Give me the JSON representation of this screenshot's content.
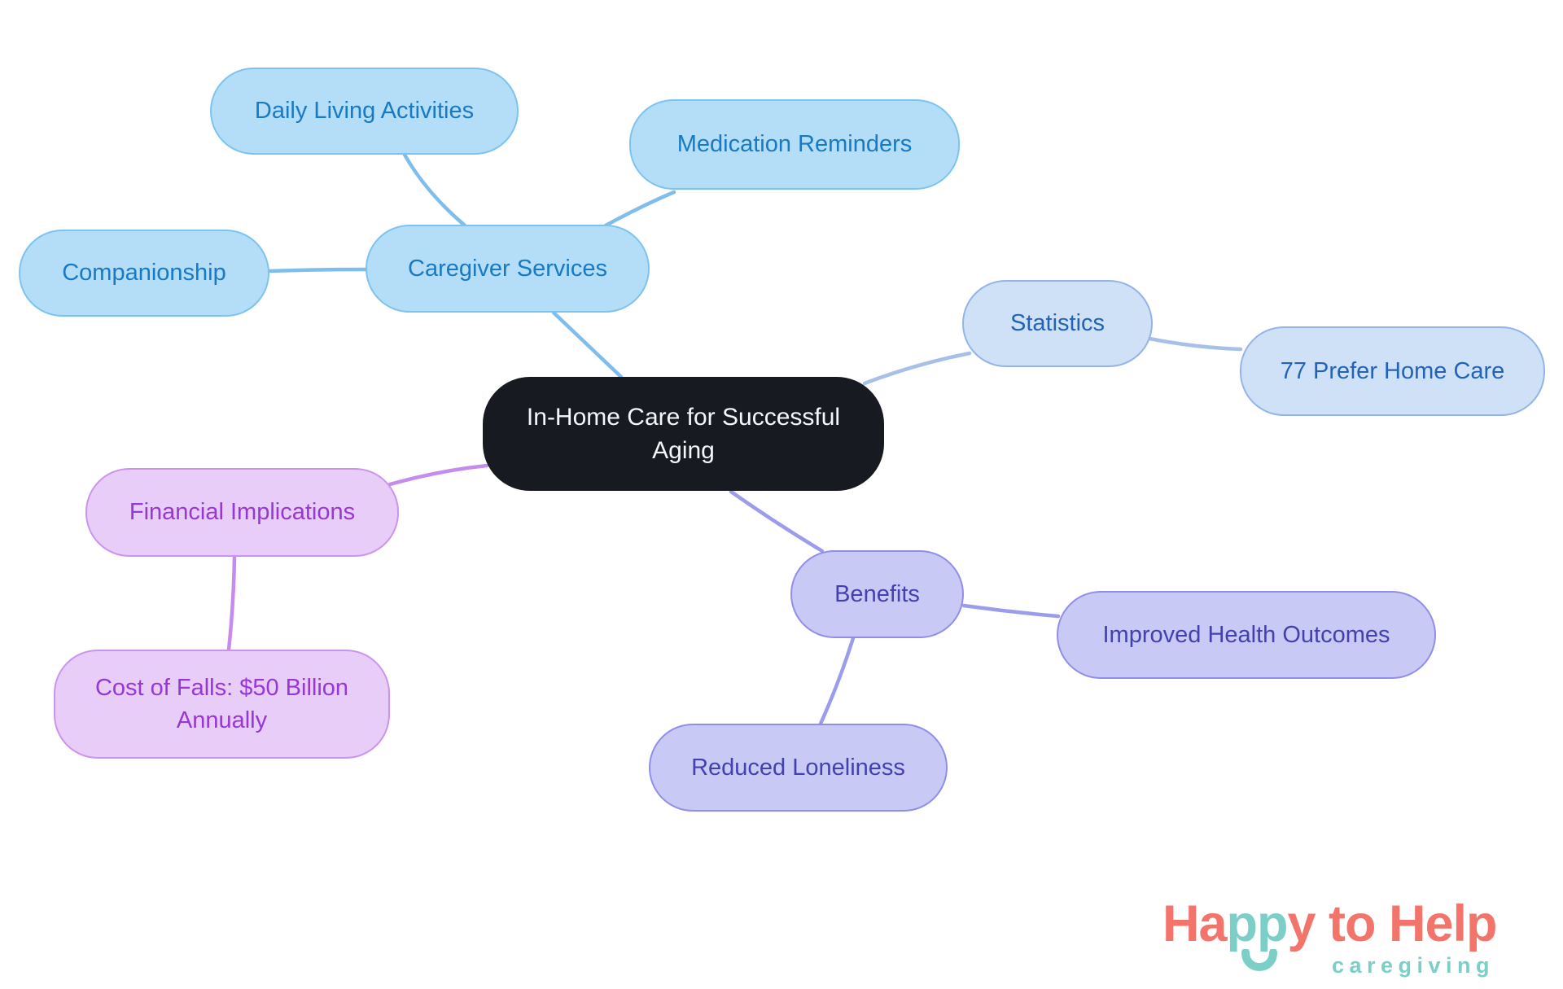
{
  "background": "#FFFFFF",
  "mindmap": {
    "root": {
      "id": "root",
      "label": "In-Home Care for Successful Aging"
    },
    "branches": [
      {
        "id": "caregiver-services",
        "label": "Caregiver Services",
        "palette": "sky",
        "children": [
          {
            "id": "daily-living-activities",
            "label": "Daily Living Activities"
          },
          {
            "id": "medication-reminders",
            "label": "Medication Reminders"
          },
          {
            "id": "companionship",
            "label": "Companionship"
          }
        ]
      },
      {
        "id": "statistics",
        "label": "Statistics",
        "palette": "steel",
        "children": [
          {
            "id": "prefer-home-care",
            "label": "77 Prefer Home Care"
          }
        ]
      },
      {
        "id": "benefits",
        "label": "Benefits",
        "palette": "peri",
        "children": [
          {
            "id": "improved-health-outcomes",
            "label": "Improved Health Outcomes"
          },
          {
            "id": "reduced-loneliness",
            "label": "Reduced Loneliness"
          }
        ]
      },
      {
        "id": "financial-implications",
        "label": "Financial Implications",
        "palette": "lilac",
        "children": [
          {
            "id": "cost-of-falls",
            "label": "Cost of Falls: $50 Billion Annually"
          }
        ]
      }
    ],
    "palette": {
      "root": {
        "fill": "#171A21",
        "border": "#171A21",
        "text": "#F4F6F9",
        "edge": "#171A21"
      },
      "sky": {
        "fill": "#B4DEF8",
        "border": "#7DC3F0",
        "text": "#1879C4",
        "edge": "#7FBEEC"
      },
      "steel": {
        "fill": "#CFE1F7",
        "border": "#93B4E7",
        "text": "#2363B7",
        "edge": "#A6C0E8"
      },
      "peri": {
        "fill": "#C9C9F5",
        "border": "#908EE7",
        "text": "#4340AF",
        "edge": "#9C9CEC"
      },
      "lilac": {
        "fill": "#E8CDF8",
        "border": "#CC93EE",
        "text": "#9637D6",
        "edge": "#C78BED"
      }
    }
  },
  "logo": {
    "wordmark_part1": "Ha",
    "wordmark_part2": "pp",
    "wordmark_part3": "y to Help",
    "tagline": "caregiving",
    "coral": "#F3746B",
    "teal": "#7CCFC6"
  }
}
